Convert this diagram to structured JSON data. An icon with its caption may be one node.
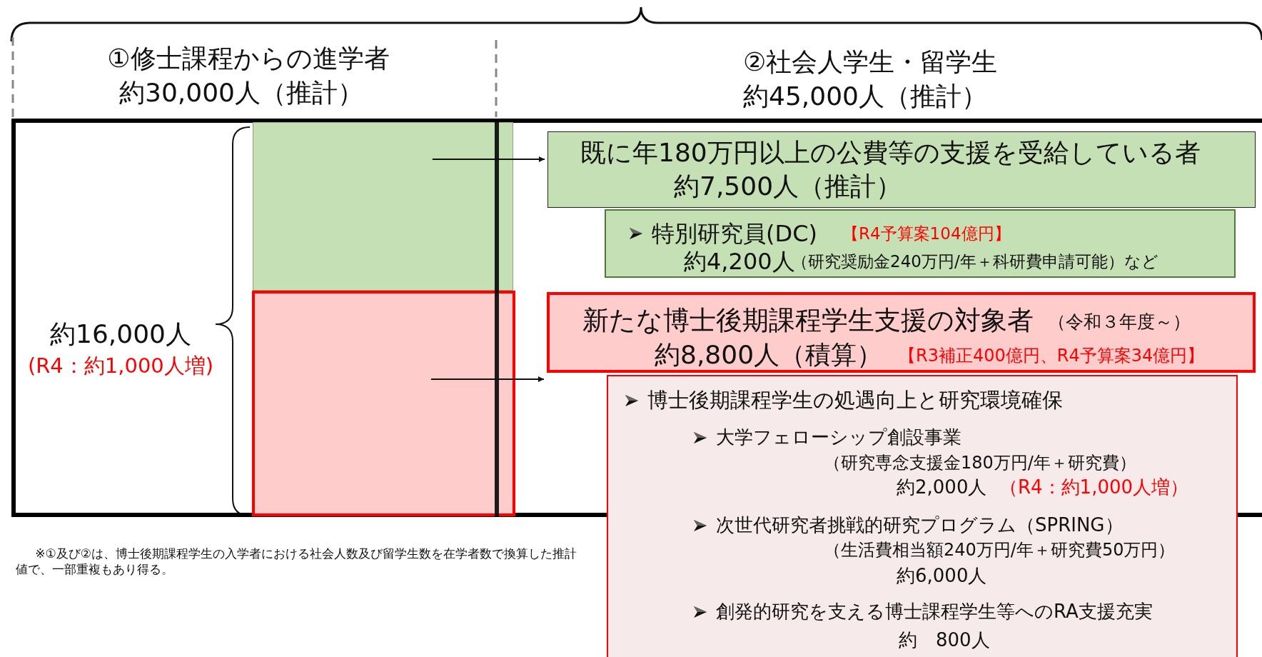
{
  "diagram": {
    "nodes": [
      {
        "text": [],
        "shape": "box"
      },
      {
        "text": [],
        "shape": "box"
      },
      {
        "text": [
          "既に年180万円以上の公費等の支援を受給している者",
          "約7,500人（推計）"
        ]
      },
      {
        "text": [
          "特別研究員(DC)",
          "【R4予算案104億円】",
          "約4,200人",
          "（研究奨励金240万円/年＋科研費申請可能）など"
        ]
      },
      {
        "text": [
          "新たな博士後期課程学生支援の対象者",
          "（令和３年度～）",
          "約8,800人（積算）",
          "【R3補正400億円、R4予算案34億円】"
        ]
      },
      {
        "text": [
          "博士後期課程学生の処遇向上と研究環境確保",
          "大学フェローシップ創設事業",
          "（研究専念支援金180万円/年＋研究費）",
          "約2,000人",
          "（R4：約1,000人増）",
          "次世代研究者挑戦的研究プログラム（SPRING）",
          "（生活費相当額240万円/年＋研究費50万円）",
          "約6,000人",
          "創発的研究を支える博士課程学生等へのRA支援充実",
          "約　800人"
        ]
      }
    ],
    "edges": [
      {
        "from": 0,
        "to": 2,
        "arrow": "to"
      },
      {
        "from": 1,
        "to": 4,
        "arrow": "to"
      }
    ],
    "labels": [
      "①修士課程からの進学者",
      "約30,000人（推計）",
      "②社会人学生・留学生",
      "約45,000人（推計）",
      "約16,000人",
      "(R4：約1,000人増)",
      "※①及び②は、博士後期課程学生の入学者における社会人数及び留学生数を在学者数で換算した推計値で、一部重複もあり得る。"
    ]
  }
}
